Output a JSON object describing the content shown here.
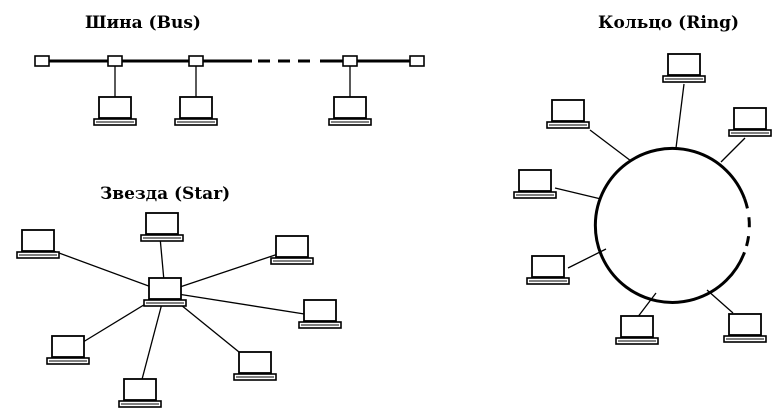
{
  "titles": {
    "bus": "Шина (Bus)",
    "ring": "Кольцо (Ring)",
    "star": "Звезда (Star)"
  },
  "icons": {
    "computer": "computer-icon",
    "connector": "connector-icon",
    "hub": "hub-icon"
  },
  "colors": {
    "ink": "#000000",
    "background": "#ffffff"
  }
}
